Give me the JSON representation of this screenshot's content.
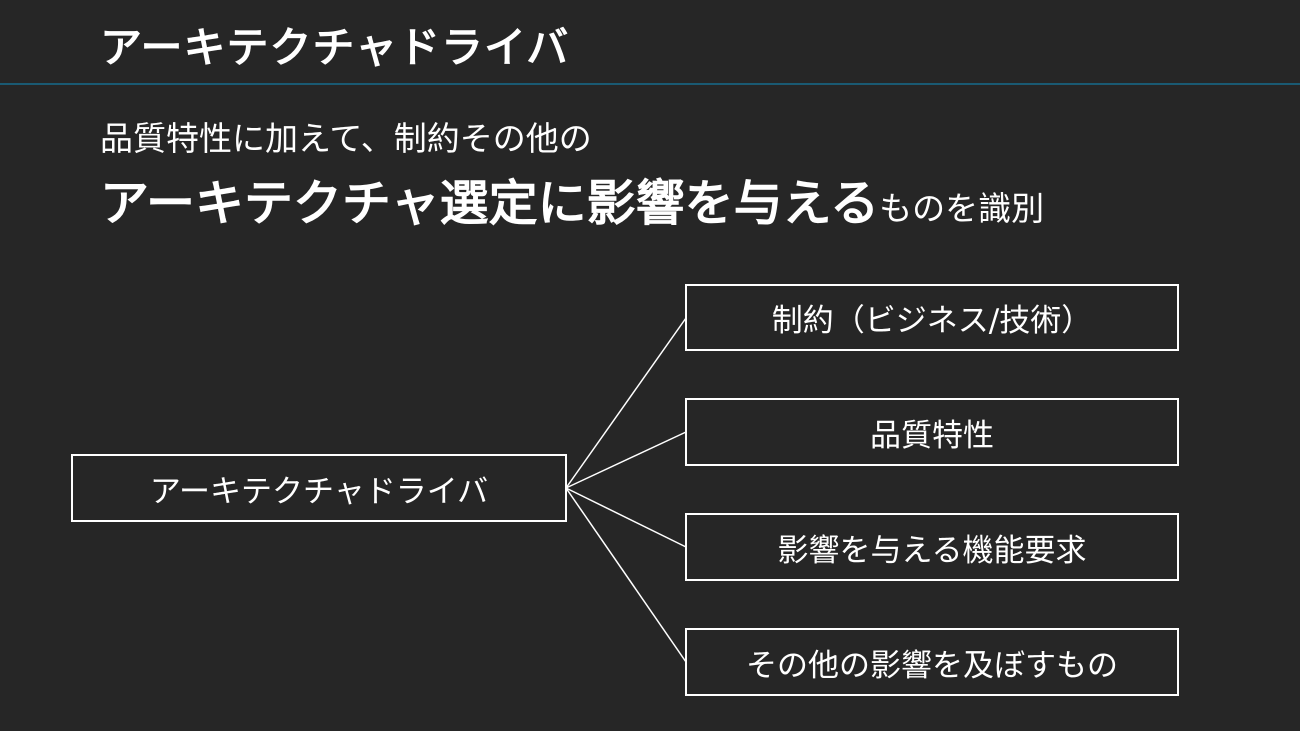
{
  "title": "アーキテクチャドライバ",
  "subtitle": {
    "line1": "品質特性に加えて、制約その他の",
    "line2_emphasis": "アーキテクチャ選定に影響を与える",
    "line2_rest": "ものを識別"
  },
  "diagram": {
    "root": "アーキテクチャドライバ",
    "children": [
      "制約（ビジネス/技術）",
      "品質特性",
      "影響を与える機能要求",
      "その他の影響を及ぼすもの"
    ]
  },
  "colors": {
    "background": "#262626",
    "divider": "#1a5a73",
    "foreground": "#ffffff"
  }
}
